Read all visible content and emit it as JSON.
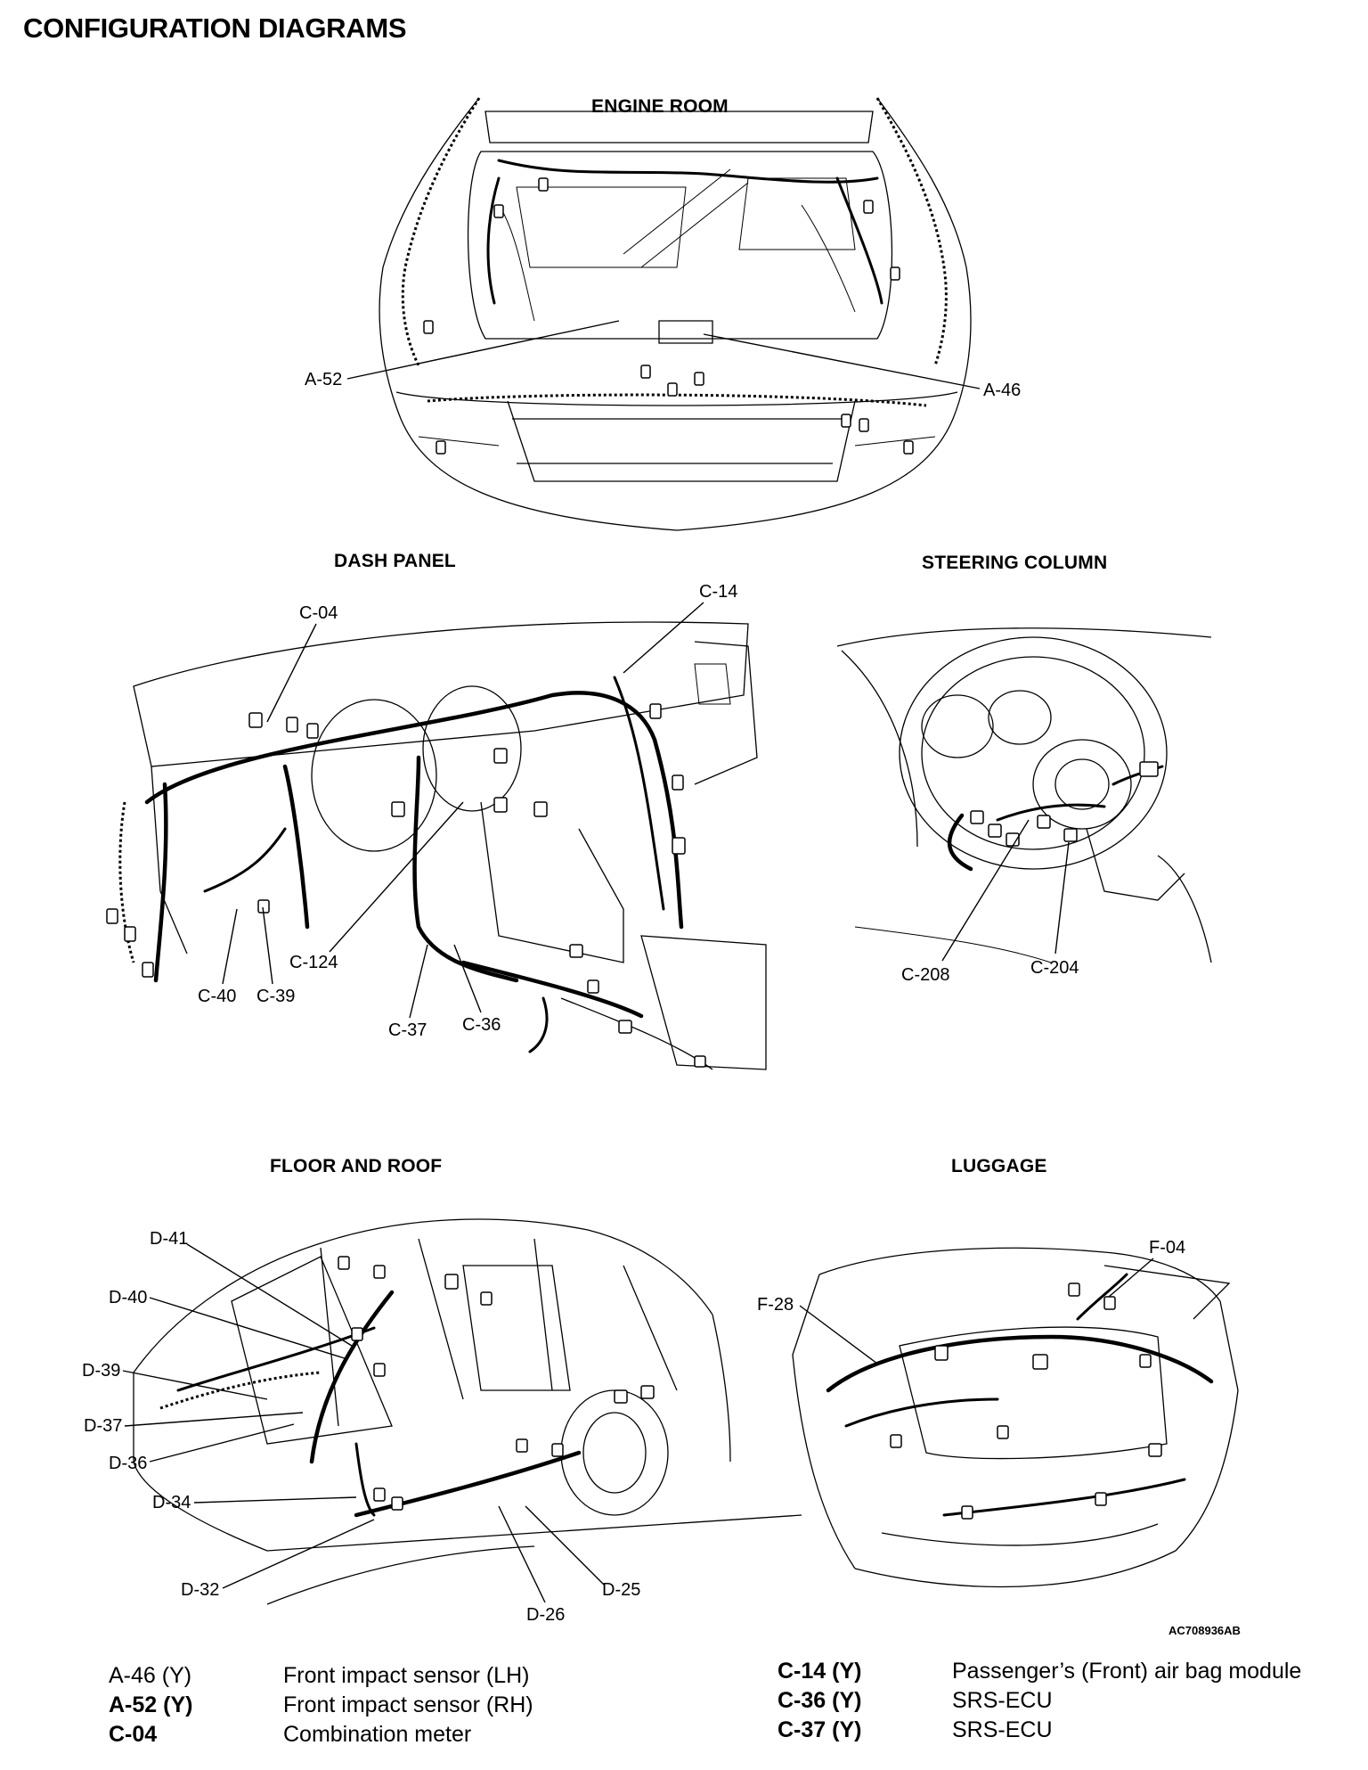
{
  "page": {
    "title": "CONFIGURATION DIAGRAMS",
    "figure_code": "AC708936AB"
  },
  "sections": {
    "engine_room": {
      "title": "ENGINE ROOM",
      "callouts": [
        "A-52",
        "A-46"
      ]
    },
    "dash_panel": {
      "title": "DASH PANEL",
      "callouts": [
        "C-04",
        "C-14",
        "C-124",
        "C-40",
        "C-39",
        "C-37",
        "C-36"
      ]
    },
    "steering_column": {
      "title": "STEERING COLUMN",
      "callouts": [
        "C-208",
        "C-204"
      ]
    },
    "floor_and_roof": {
      "title": "FLOOR AND ROOF",
      "callouts": [
        "D-41",
        "D-40",
        "D-39",
        "D-37",
        "D-36",
        "D-34",
        "D-32",
        "D-26",
        "D-25"
      ]
    },
    "luggage": {
      "title": "LUGGAGE",
      "callouts": [
        "F-04",
        "F-28"
      ]
    }
  },
  "legend": {
    "left": [
      {
        "code": "A-46 (Y)",
        "name": "Front impact sensor (LH)",
        "bold": false
      },
      {
        "code": "A-52 (Y)",
        "name": "Front impact sensor (RH)",
        "bold": true
      },
      {
        "code": "C-04",
        "name": "Combination meter",
        "bold": true
      }
    ],
    "right": [
      {
        "code": "C-14 (Y)",
        "name": "Passenger’s (Front) air bag module",
        "bold": true
      },
      {
        "code": "C-36 (Y)",
        "name": "SRS-ECU",
        "bold": true
      },
      {
        "code": "C-37 (Y)",
        "name": "SRS-ECU",
        "bold": true
      }
    ]
  }
}
